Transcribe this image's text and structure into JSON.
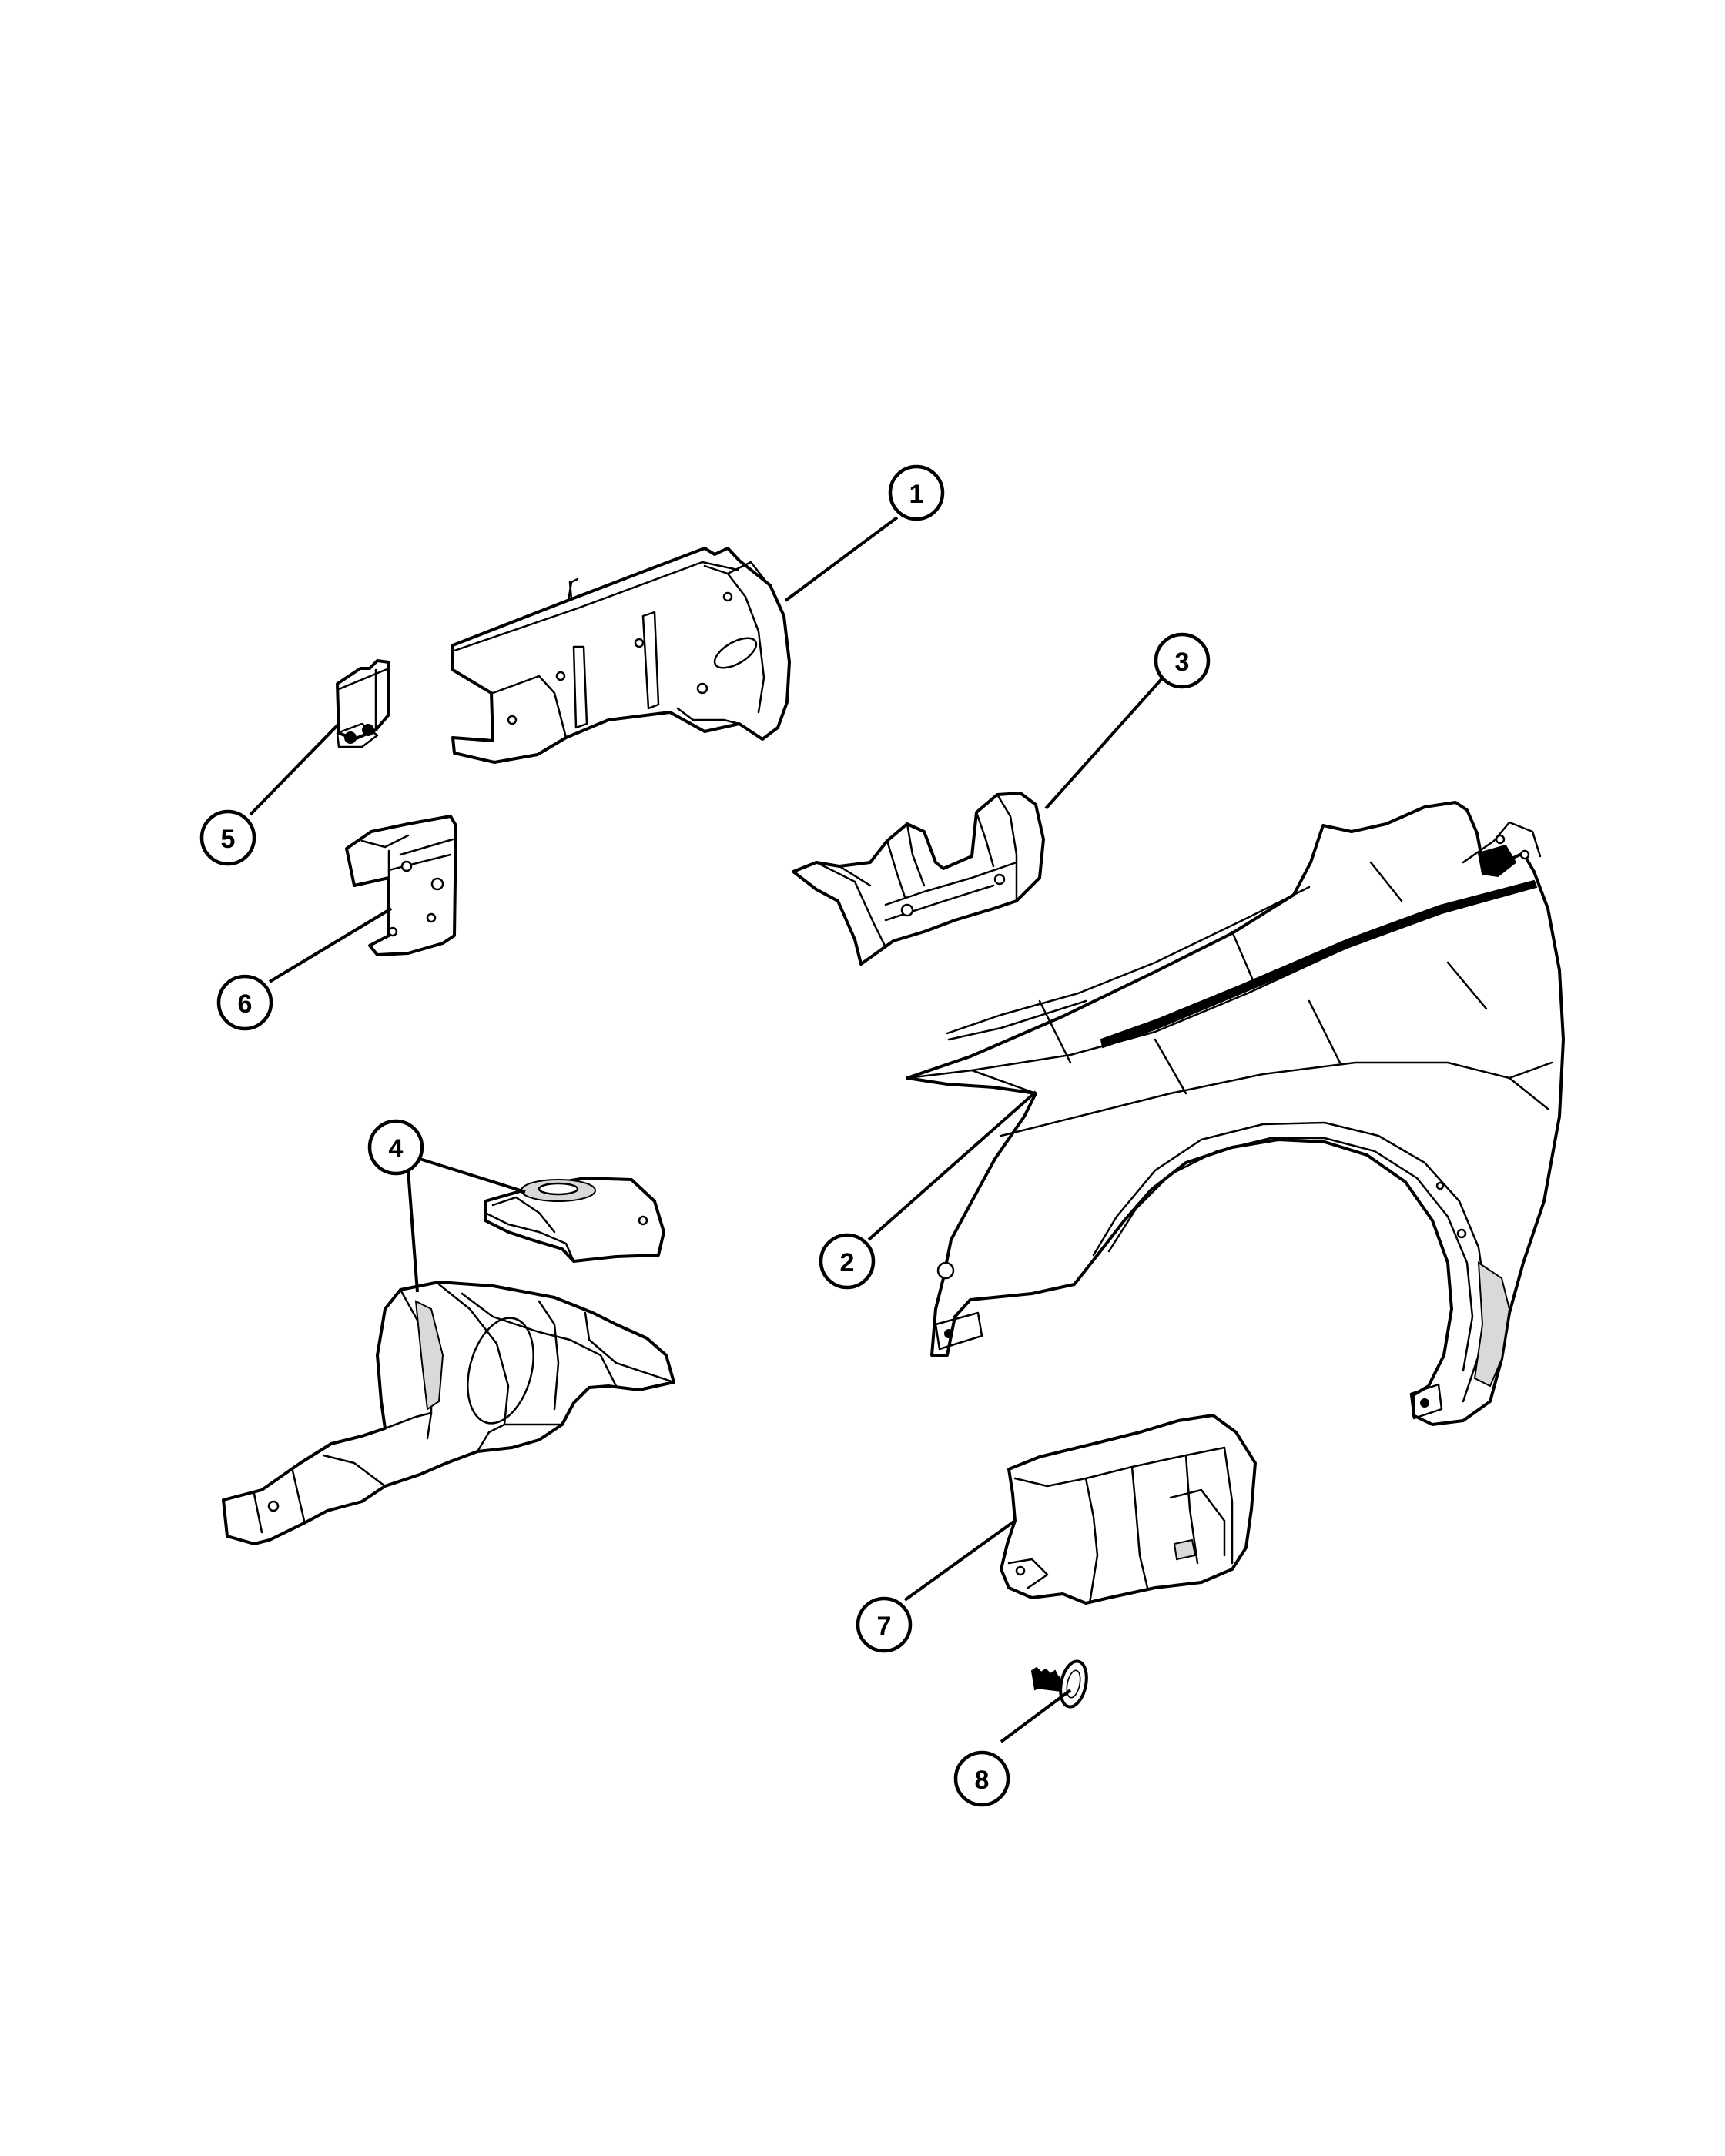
{
  "callouts": [
    {
      "id": "1",
      "label": "1"
    },
    {
      "id": "2",
      "label": "2"
    },
    {
      "id": "3",
      "label": "3"
    },
    {
      "id": "4",
      "label": "4"
    },
    {
      "id": "5",
      "label": "5"
    },
    {
      "id": "6",
      "label": "6"
    },
    {
      "id": "7",
      "label": "7"
    },
    {
      "id": "8",
      "label": "8"
    }
  ],
  "colors": {
    "line": "#000000",
    "background": "#ffffff",
    "shade": "#d9d9d9"
  }
}
